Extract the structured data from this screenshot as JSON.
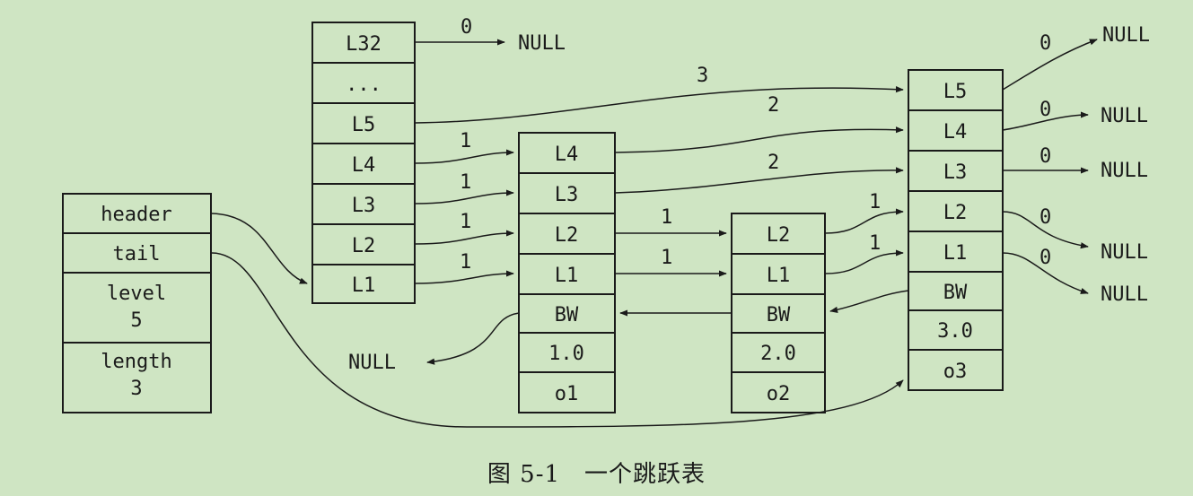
{
  "list_struct": {
    "cells": [
      "header",
      "tail",
      "level",
      "5",
      "length",
      "3"
    ]
  },
  "header_node": {
    "levels": [
      "L32",
      "...",
      "L5",
      "L4",
      "L3",
      "L2",
      "L1"
    ]
  },
  "node1": {
    "levels": [
      "L4",
      "L3",
      "L2",
      "L1"
    ],
    "backward": "BW",
    "score": "1.0",
    "obj": "o1"
  },
  "node2": {
    "levels": [
      "L2",
      "L1"
    ],
    "backward": "BW",
    "score": "2.0",
    "obj": "o2"
  },
  "node3": {
    "levels": [
      "L5",
      "L4",
      "L3",
      "L2",
      "L1"
    ],
    "backward": "BW",
    "score": "3.0",
    "obj": "o3"
  },
  "null_label": "NULL",
  "spans": {
    "header_L32": "0",
    "header_L5": "3",
    "header_L4": "1",
    "header_L3": "1",
    "header_L2": "1",
    "header_L1": "1",
    "node1_L4": "2",
    "node1_L3": "2",
    "node1_L2": "1",
    "node1_L1": "1",
    "node2_L2": "1",
    "node2_L1": "1",
    "node3_L5": "0",
    "node3_L4": "0",
    "node3_L3": "0",
    "node3_L2": "0",
    "node3_L1": "0"
  },
  "caption": "图 5-1　一个跳跃表"
}
